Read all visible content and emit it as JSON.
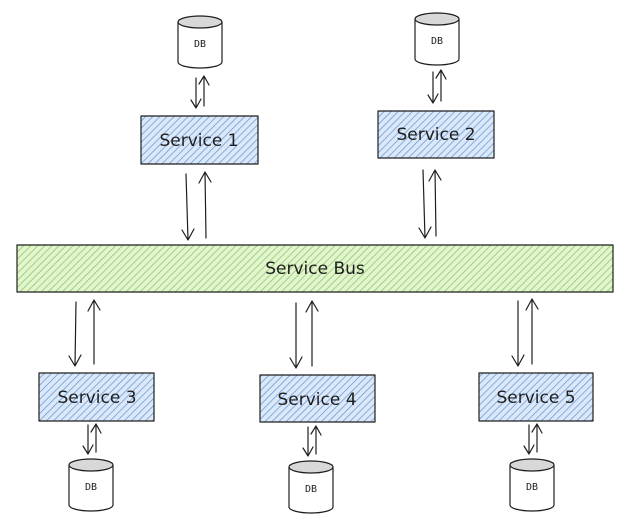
{
  "diagram": {
    "bus": {
      "label": "Service Bus",
      "fill": "#d3f0b4",
      "hatch": "#8fc96a"
    },
    "service_style": {
      "fill": "#cfe0f6",
      "hatch": "#6a9fd8"
    },
    "services": [
      {
        "label": "Service 1"
      },
      {
        "label": "Service 2"
      },
      {
        "label": "Service 3"
      },
      {
        "label": "Service 4"
      },
      {
        "label": "Service 5"
      }
    ],
    "db_label": "DB",
    "stroke_color": "#1e1e1e"
  }
}
